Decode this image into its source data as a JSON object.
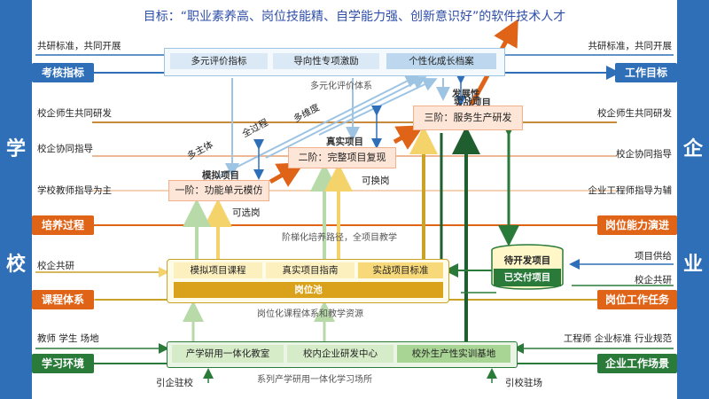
{
  "title": "目标：“职业素养高、岗位技能精、自学能力强、创新意识好”的软件技术人才",
  "side": {
    "left_chars": [
      "学",
      "校"
    ],
    "right_chars": [
      "企",
      "业"
    ]
  },
  "left_tags": {
    "assessment": "考核指标",
    "training": "培养过程",
    "curriculum": "课程体系",
    "learning_env": "学习环境"
  },
  "right_tags": {
    "work_goal": "工作目标",
    "position_evolution": "岗位能力演进",
    "position_tasks": "岗位工作任务",
    "enterprise_scene": "企业工作场景"
  },
  "left_labels": {
    "co_standard": "共研标准，共同开展",
    "co_develop": "校企师生共同研发",
    "co_guide": "校企协同指导",
    "school_teacher": "学校教师指导为主",
    "co_research": "校企共研",
    "people": "教师   学生   场地",
    "bring_in": "引企驻校"
  },
  "right_labels": {
    "co_standard": "共研标准，共同开展",
    "co_develop": "校企师生共同研发",
    "co_guide": "校企协同指导",
    "enterprise_engineer": "企业工程师指导为辅",
    "project_supply": "项目供给",
    "co_research": "校企共研",
    "norms": "工程师 企业标准 行业规范",
    "bring_out": "引校驻场"
  },
  "evaluation": {
    "items": [
      "多元评价指标",
      "导向性专项激励",
      "个性化成长档案"
    ],
    "caption": "多元化评价体系"
  },
  "stages": {
    "stage1": {
      "label": "一阶：功能单元模仿",
      "tag": "模拟项目",
      "note": "可选岗"
    },
    "stage2": {
      "label": "二阶：完整项目复现",
      "tag": "真实项目",
      "note": "可换岗"
    },
    "stage3": {
      "label": "三阶：服务生产研发",
      "tag": "实战项目",
      "note": "发展性"
    }
  },
  "arrow_labels": {
    "multi_subject": "多主体",
    "full_process": "全过程",
    "multi_dimension": "多维度"
  },
  "training_caption": "阶梯化培养路径，全项目教学",
  "curriculum": {
    "items": [
      "模拟项目课程",
      "真实项目指南",
      "实战项目标准"
    ],
    "pool": "岗位池",
    "caption": "岗位化课程体系和教学资源"
  },
  "project_store": {
    "pending": "待开发项目",
    "delivered": "已交付项目"
  },
  "learning": {
    "items": [
      "产学研用一体化教室",
      "校内企业研发中心",
      "校外生产性实训基地"
    ],
    "caption": "系列产学研用一体化学习场所"
  },
  "colors": {
    "blue": "#2e6fb8",
    "orange": "#e06418",
    "green": "#2a7a3a",
    "light_blue_arrow": "#9ec4e4",
    "brown_arrow": "#c98a3c",
    "yellow_arrow": "#f5d36b",
    "dark_green_arrow": "#1f5e2e"
  }
}
